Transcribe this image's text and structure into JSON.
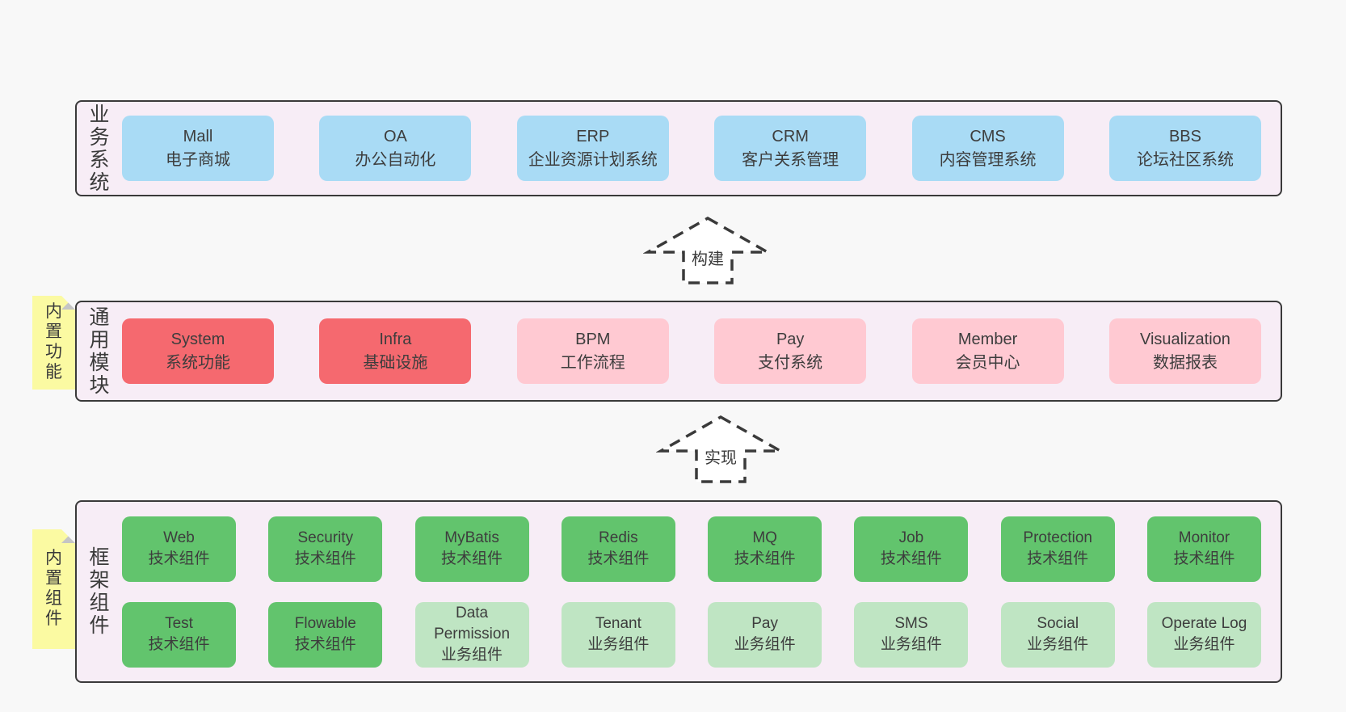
{
  "colors": {
    "page_bg": "#f8f8f8",
    "band_bg": "#f7edf6",
    "band_border": "#3a3a3a",
    "text": "#3d3d3d",
    "business_blue": "#a9dbf5",
    "core_red": "#f5696f",
    "module_pink": "#ffc9d2",
    "tech_green": "#62c46d",
    "business_green": "#bfe4c2",
    "tab_yellow": "#fbfaa2",
    "fold_gray": "#c5c5c5"
  },
  "arrows": [
    {
      "label": "构建"
    },
    {
      "label": "实现"
    }
  ],
  "bands": [
    {
      "label": "业务系统",
      "boxes": [
        {
          "name": "Mall",
          "subtitle": "电子商城"
        },
        {
          "name": "OA",
          "subtitle": "办公自动化"
        },
        {
          "name": "ERP",
          "subtitle": "企业资源计划系统"
        },
        {
          "name": "CRM",
          "subtitle": "客户关系管理"
        },
        {
          "name": "CMS",
          "subtitle": "内容管理系统"
        },
        {
          "name": "BBS",
          "subtitle": "论坛社区系统"
        }
      ]
    },
    {
      "label": "通用模块",
      "tab": "内置功能",
      "boxes": [
        {
          "name": "System",
          "subtitle": "系统功能"
        },
        {
          "name": "Infra",
          "subtitle": "基础设施"
        },
        {
          "name": "BPM",
          "subtitle": "工作流程"
        },
        {
          "name": "Pay",
          "subtitle": "支付系统"
        },
        {
          "name": "Member",
          "subtitle": "会员中心"
        },
        {
          "name": "Visualization",
          "subtitle": "数据报表"
        }
      ]
    },
    {
      "label": "框架组件",
      "tab": "内置组件",
      "rows": [
        [
          {
            "name": "Web",
            "subtitle": "技术组件"
          },
          {
            "name": "Security",
            "subtitle": "技术组件"
          },
          {
            "name": "MyBatis",
            "subtitle": "技术组件"
          },
          {
            "name": "Redis",
            "subtitle": "技术组件"
          },
          {
            "name": "MQ",
            "subtitle": "技术组件"
          },
          {
            "name": "Job",
            "subtitle": "技术组件"
          },
          {
            "name": "Protection",
            "subtitle": "技术组件"
          },
          {
            "name": "Monitor",
            "subtitle": "技术组件"
          }
        ],
        [
          {
            "name": "Test",
            "subtitle": "技术组件"
          },
          {
            "name": "Flowable",
            "subtitle": "技术组件"
          },
          {
            "name": "Data Permission",
            "subtitle": "业务组件"
          },
          {
            "name": "Tenant",
            "subtitle": "业务组件"
          },
          {
            "name": "Pay",
            "subtitle": "业务组件"
          },
          {
            "name": "SMS",
            "subtitle": "业务组件"
          },
          {
            "name": "Social",
            "subtitle": "业务组件"
          },
          {
            "name": "Operate Log",
            "subtitle": "业务组件"
          }
        ]
      ]
    }
  ]
}
